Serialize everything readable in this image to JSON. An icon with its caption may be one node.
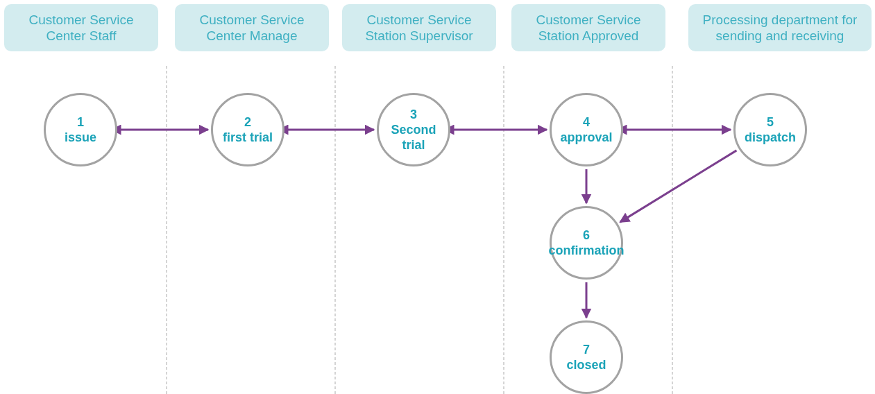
{
  "diagram": {
    "nodes": [
      {
        "text": [
          "Customer Service Center Staff"
        ]
      },
      {
        "text": [
          "Customer Service Center Manage"
        ]
      },
      {
        "text": [
          "Customer Service Station Supervisor"
        ]
      },
      {
        "text": [
          "Customer Service Station Approved"
        ]
      },
      {
        "text": [
          "Processing department for sending and receiving"
        ]
      },
      {
        "text": [
          "1",
          "issue"
        ]
      },
      {
        "text": [
          "2",
          "first trial"
        ]
      },
      {
        "text": [
          "3",
          "Second trial"
        ]
      },
      {
        "text": [
          "4",
          "approval"
        ]
      },
      {
        "text": [
          "5",
          "dispatch"
        ]
      },
      {
        "text": [
          "6",
          "confirmation"
        ]
      },
      {
        "text": [
          "7",
          "closed"
        ]
      }
    ],
    "edges": [
      {
        "from": 5,
        "to": 6,
        "arrow": "both"
      },
      {
        "from": 6,
        "to": 7,
        "arrow": "both"
      },
      {
        "from": 7,
        "to": 8,
        "arrow": "both"
      },
      {
        "from": 8,
        "to": 9,
        "arrow": "both"
      },
      {
        "from": 8,
        "to": 10,
        "arrow": "to"
      },
      {
        "from": 9,
        "to": 10,
        "arrow": "to"
      },
      {
        "from": 10,
        "to": 11,
        "arrow": "to"
      }
    ]
  }
}
